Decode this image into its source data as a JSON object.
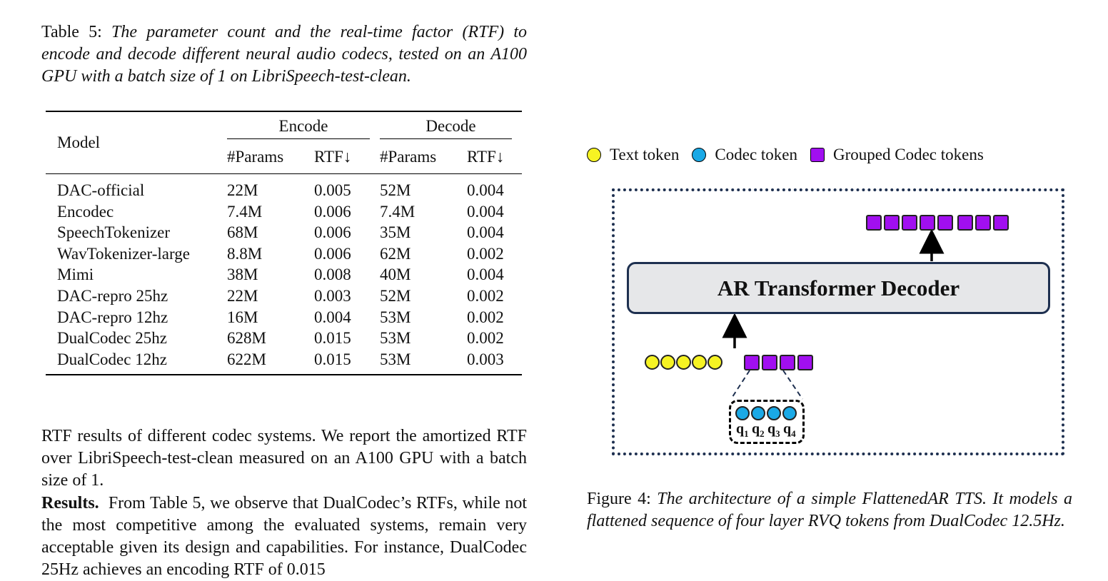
{
  "table_caption": {
    "label": "Table 5:",
    "text": "The parameter count and the real-time factor (RTF) to encode and decode different neural audio codecs, tested on an A100 GPU with a batch size of 1 on LibriSpeech-test-clean."
  },
  "table": {
    "col_model": "Model",
    "group_encode": "Encode",
    "group_decode": "Decode",
    "sub_params": "#Params",
    "sub_rtf": "RTF↓",
    "rows": [
      {
        "model": "DAC-official",
        "enc_params": "22M",
        "enc_rtf": "0.005",
        "dec_params": "52M",
        "dec_rtf": "0.004",
        "enc_bold": false,
        "dec_bold": false
      },
      {
        "model": "Encodec",
        "enc_params": "7.4M",
        "enc_rtf": "0.006",
        "dec_params": "7.4M",
        "dec_rtf": "0.004",
        "enc_bold": false,
        "dec_bold": false
      },
      {
        "model": "SpeechTokenizer",
        "enc_params": "68M",
        "enc_rtf": "0.006",
        "dec_params": "35M",
        "dec_rtf": "0.004",
        "enc_bold": false,
        "dec_bold": false
      },
      {
        "model": "WavTokenizer-large",
        "enc_params": "8.8M",
        "enc_rtf": "0.006",
        "dec_params": "62M",
        "dec_rtf": "0.002",
        "enc_bold": false,
        "dec_bold": true
      },
      {
        "model": "Mimi",
        "enc_params": "38M",
        "enc_rtf": "0.008",
        "dec_params": "40M",
        "dec_rtf": "0.004",
        "enc_bold": false,
        "dec_bold": false
      },
      {
        "model": "DAC-repro 25hz",
        "enc_params": "22M",
        "enc_rtf": "0.003",
        "dec_params": "52M",
        "dec_rtf": "0.002",
        "enc_bold": true,
        "dec_bold": false
      },
      {
        "model": "DAC-repro 12hz",
        "enc_params": "16M",
        "enc_rtf": "0.004",
        "dec_params": "53M",
        "dec_rtf": "0.002",
        "enc_bold": false,
        "dec_bold": true
      },
      {
        "model": "DualCodec 25hz",
        "enc_params": "628M",
        "enc_rtf": "0.015",
        "dec_params": "53M",
        "dec_rtf": "0.002",
        "enc_bold": false,
        "dec_bold": true
      },
      {
        "model": "DualCodec 12hz",
        "enc_params": "622M",
        "enc_rtf": "0.015",
        "dec_params": "53M",
        "dec_rtf": "0.003",
        "enc_bold": false,
        "dec_bold": false
      }
    ]
  },
  "body": {
    "para1": "RTF results of different codec systems. We report the amortized RTF over LibriSpeech-test-clean measured on an A100 GPU with a batch size of 1.",
    "para2_head": "Results.",
    "para2": "From Table 5, we observe that DualCodec’s RTFs, while not the most competitive among the evaluated systems, remain very acceptable given its design and capabilities. For instance, DualCodec 25Hz achieves an encoding RTF of 0.015"
  },
  "figure": {
    "legend": {
      "text_token": "Text token",
      "codec_token": "Codec token",
      "grouped_tokens": "Grouped Codec tokens"
    },
    "decoder_label": "AR Transformer Decoder",
    "q_labels": [
      "q",
      "q",
      "q",
      "q"
    ],
    "q_subs": [
      "1",
      "2",
      "3",
      "4"
    ],
    "colors": {
      "text_token": "#f6f323",
      "codec_token": "#1aa9e6",
      "grouped": "#a10ff0",
      "frame": "#1e3050",
      "decoder_fill": "#e6e7e9"
    },
    "caption_label": "Figure 4:",
    "caption_text": "The architecture of a simple FlattenedAR TTS. It models a flattened sequence of four layer RVQ tokens from DualCodec 12.5Hz."
  }
}
